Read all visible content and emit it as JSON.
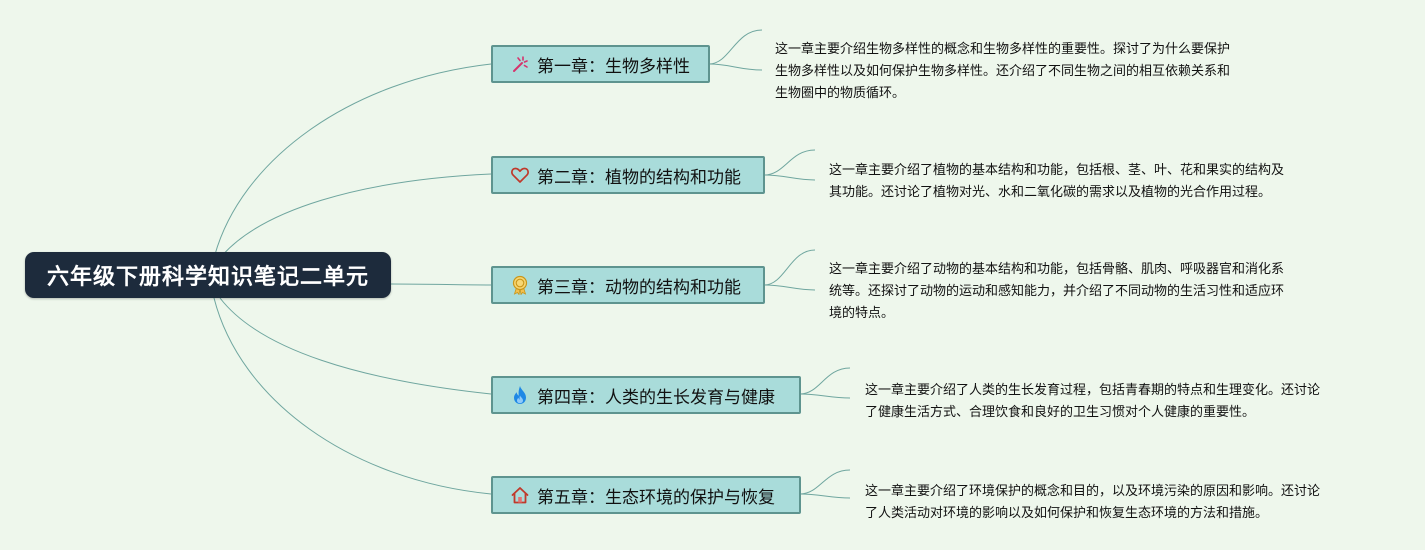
{
  "root": {
    "title": "六年级下册科学知识笔记二单元"
  },
  "chapters": [
    {
      "icon": "sparkle-wand-icon",
      "title": "第一章：生物多样性",
      "description": [
        "这一章主要介绍生物多样性的概念和生物多样性的重要性。探讨了为什么要保护",
        "生物多样性以及如何保护生物多样性。还介绍了不同生物之间的相互依赖关系和",
        "生物圈中的物质循环。"
      ]
    },
    {
      "icon": "heart-icon",
      "title": "第二章：植物的结构和功能",
      "description": [
        "这一章主要介绍了植物的基本结构和功能，包括根、茎、叶、花和果实的结构及",
        "其功能。还讨论了植物对光、水和二氧化碳的需求以及植物的光合作用过程。"
      ]
    },
    {
      "icon": "award-medal-icon",
      "title": "第三章：动物的结构和功能",
      "description": [
        "这一章主要介绍了动物的基本结构和功能，包括骨骼、肌肉、呼吸器官和消化系",
        "统等。还探讨了动物的运动和感知能力，并介绍了不同动物的生活习性和适应环",
        "境的特点。"
      ]
    },
    {
      "icon": "flame-icon",
      "title": "第四章：人类的生长发育与健康",
      "description": [
        "这一章主要介绍了人类的生长发育过程，包括青春期的特点和生理变化。还讨论",
        "了健康生活方式、合理饮食和良好的卫生习惯对个人健康的重要性。"
      ]
    },
    {
      "icon": "home-icon",
      "title": "第五章：生态环境的保护与恢复",
      "description": [
        "这一章主要介绍了环境保护的概念和目的，以及环境污染的原因和影响。还讨论",
        "了人类活动对环境的影响以及如何保护和恢复生态环境的方法和措施。"
      ]
    }
  ],
  "colors": {
    "background": "#eef7ec",
    "root_fill": "#1d2b3c",
    "node_fill": "#a9dcda",
    "node_border": "#5e948f",
    "connector": "#6fa69f"
  }
}
